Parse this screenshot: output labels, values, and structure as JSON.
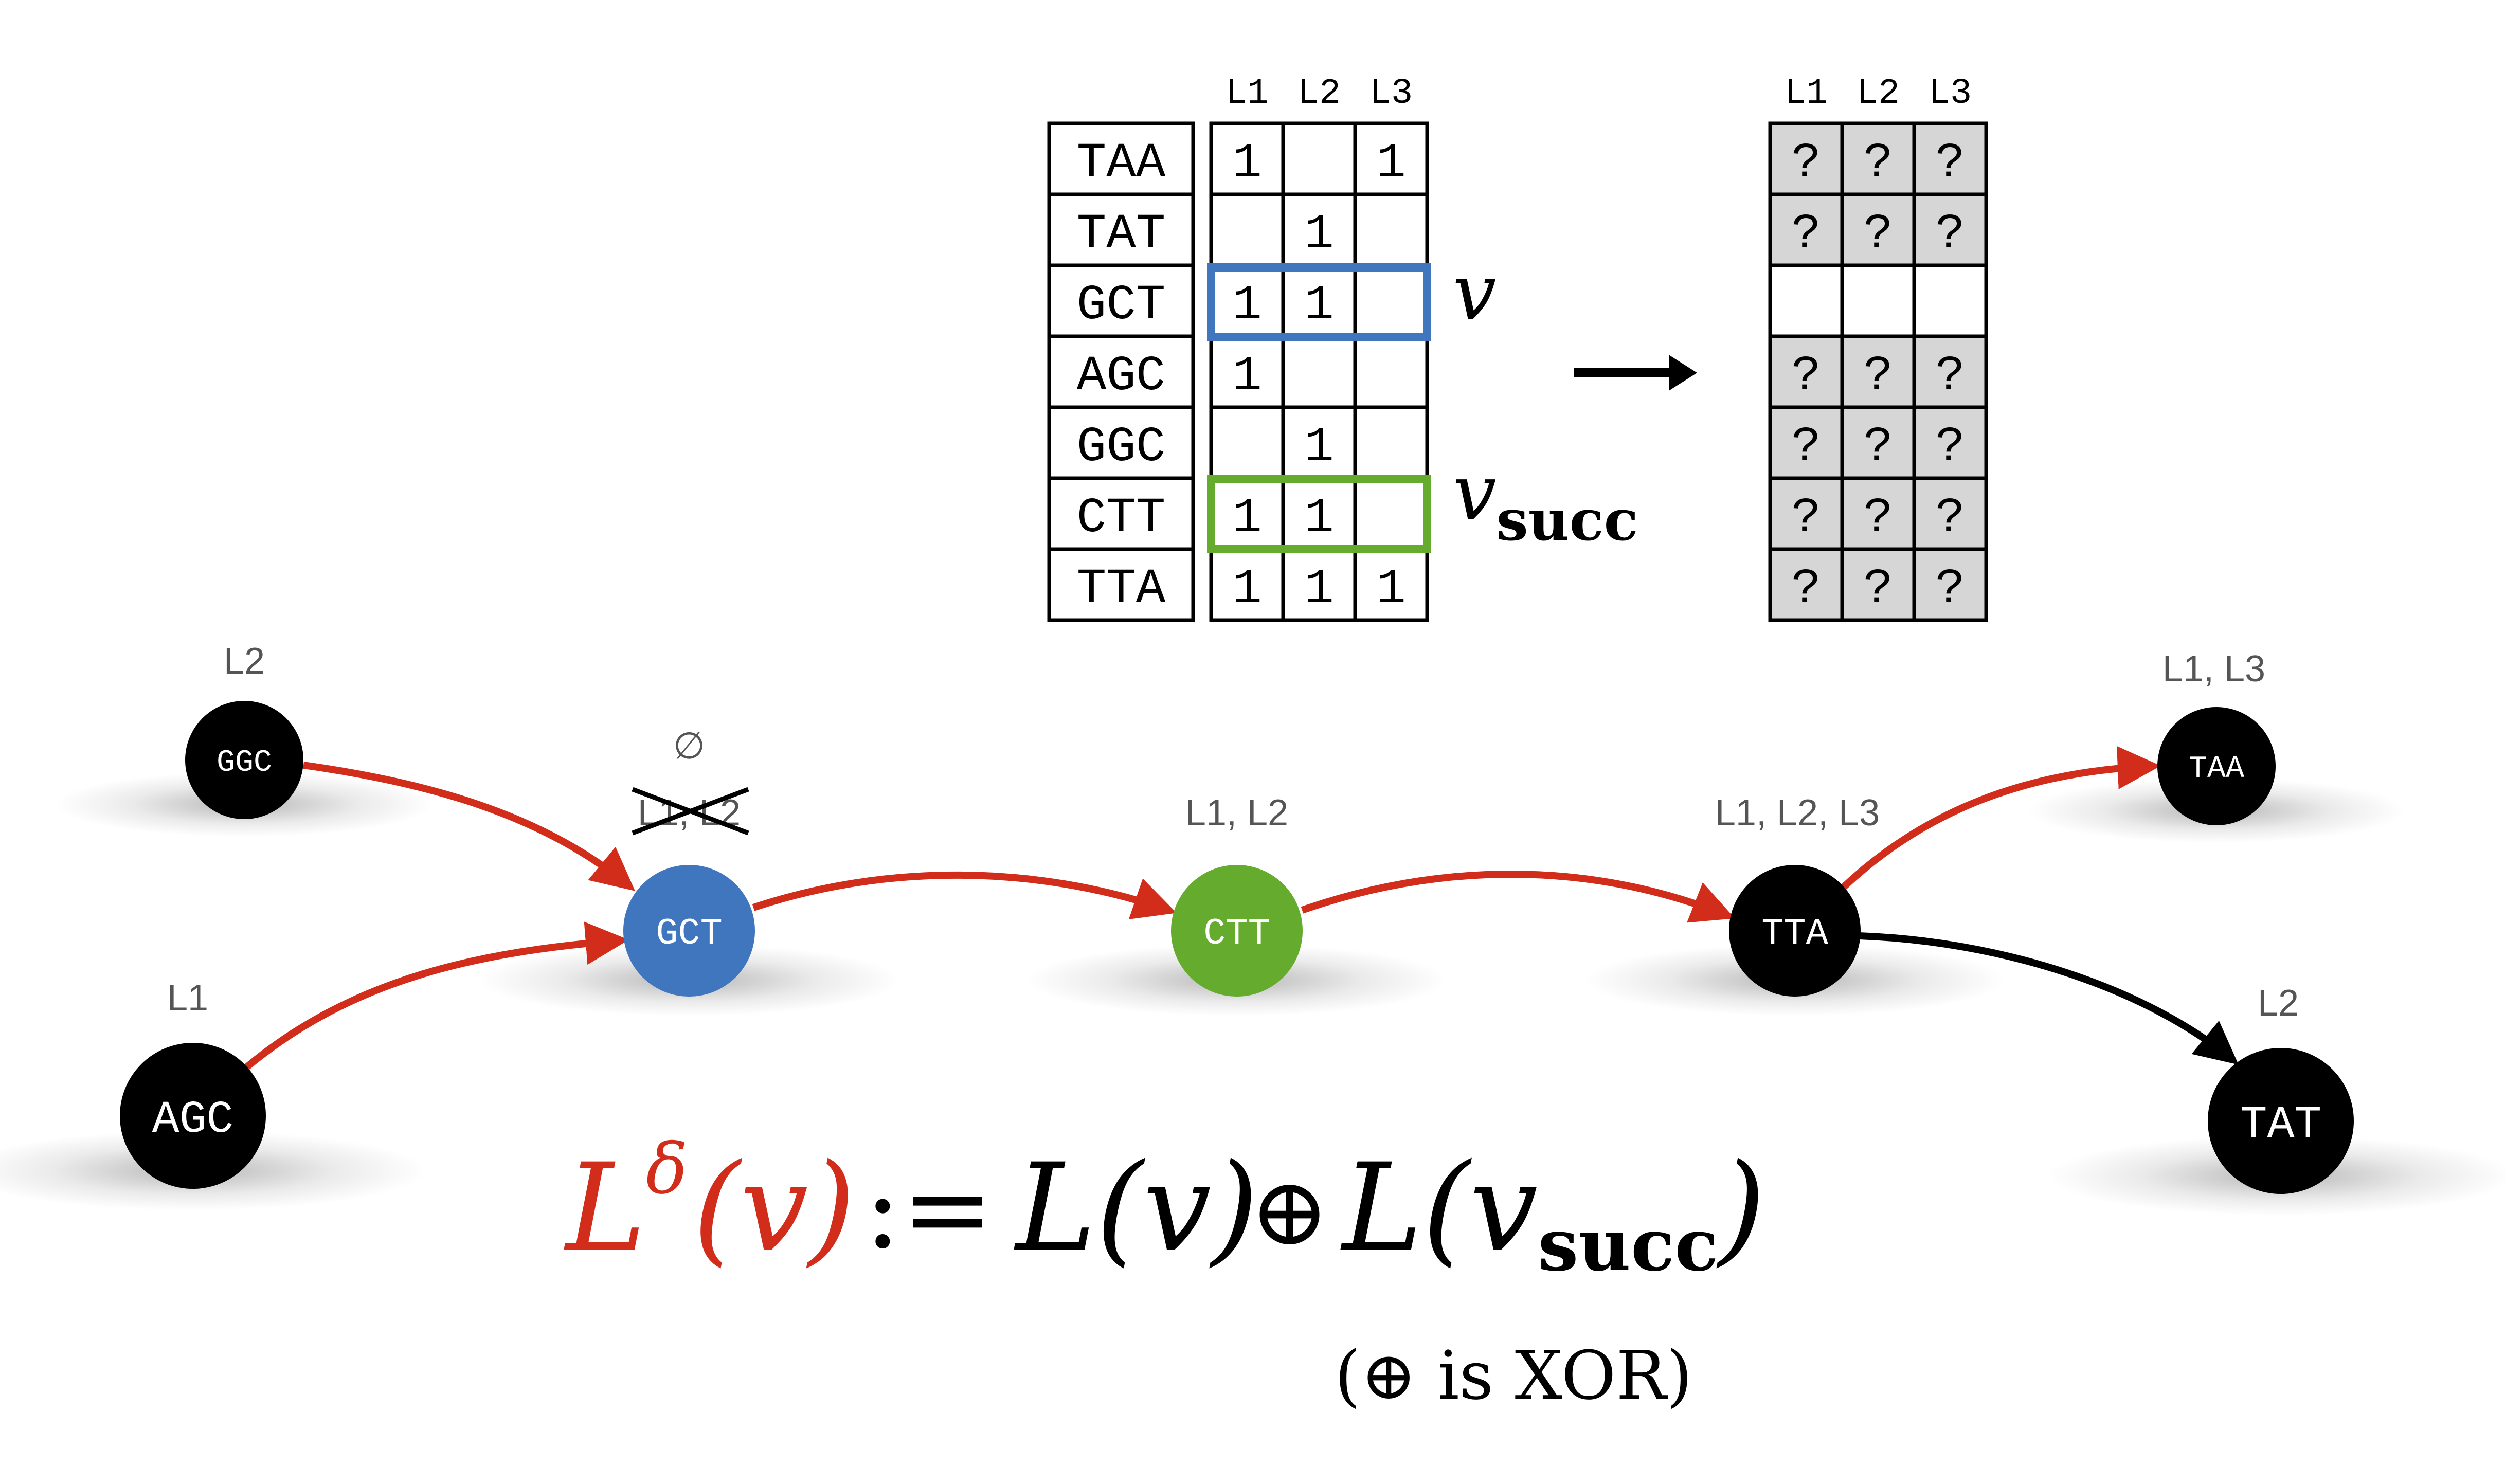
{
  "table": {
    "columns": [
      "L1",
      "L2",
      "L3"
    ],
    "rows": [
      {
        "kmer": "TAA",
        "values": [
          "1",
          "",
          "1"
        ]
      },
      {
        "kmer": "TAT",
        "values": [
          "",
          "1",
          ""
        ]
      },
      {
        "kmer": "GCT",
        "values": [
          "1",
          "1",
          ""
        ]
      },
      {
        "kmer": "AGC",
        "values": [
          "1",
          "",
          ""
        ]
      },
      {
        "kmer": "GGC",
        "values": [
          "",
          "1",
          ""
        ]
      },
      {
        "kmer": "CTT",
        "values": [
          "1",
          "1",
          ""
        ]
      },
      {
        "kmer": "TTA",
        "values": [
          "1",
          "1",
          "1"
        ]
      }
    ],
    "v_label": "v",
    "vsucc_label_main": "v",
    "vsucc_label_sub": "succ"
  },
  "result_table": {
    "columns": [
      "L1",
      "L2",
      "L3"
    ],
    "rows": [
      [
        "?",
        "?",
        "?"
      ],
      [
        "?",
        "?",
        "?"
      ],
      [
        "",
        "",
        ""
      ],
      [
        "?",
        "?",
        "?"
      ],
      [
        "?",
        "?",
        "?"
      ],
      [
        "?",
        "?",
        "?"
      ],
      [
        "?",
        "?",
        "?"
      ]
    ]
  },
  "graph": {
    "nodes": [
      {
        "id": "GGC",
        "label": "GGC",
        "colors": "L2",
        "fill": "#000000"
      },
      {
        "id": "AGC",
        "label": "AGC",
        "colors": "L1",
        "fill": "#000000"
      },
      {
        "id": "GCT",
        "label": "GCT",
        "colors": "L1, L2",
        "colors_crossed": true,
        "empty_symbol": "∅",
        "fill": "#3f76be"
      },
      {
        "id": "CTT",
        "label": "CTT",
        "colors": "L1, L2",
        "fill": "#64ab2e"
      },
      {
        "id": "TTA",
        "label": "TTA",
        "colors": "L1, L2, L3",
        "fill": "#000000"
      },
      {
        "id": "TAA",
        "label": "TAA",
        "colors": "L1, L3",
        "fill": "#000000"
      },
      {
        "id": "TAT",
        "label": "TAT",
        "colors": "L2",
        "fill": "#000000"
      }
    ],
    "edges": [
      {
        "from": "GGC",
        "to": "GCT",
        "color": "#d22c1a"
      },
      {
        "from": "AGC",
        "to": "GCT",
        "color": "#d22c1a"
      },
      {
        "from": "GCT",
        "to": "CTT",
        "color": "#d22c1a"
      },
      {
        "from": "CTT",
        "to": "TTA",
        "color": "#d22c1a"
      },
      {
        "from": "TTA",
        "to": "TAA",
        "color": "#d22c1a"
      },
      {
        "from": "TTA",
        "to": "TAT",
        "color": "#000000"
      }
    ]
  },
  "formula": {
    "lhs_L": "L",
    "lhs_sup": "δ",
    "lhs_arg": "(v)",
    "assign": ":=",
    "rhs_1": "L(v)",
    "xor": "⊕",
    "rhs_2_pre": "L(v",
    "rhs_2_sub": "succ",
    "rhs_2_post": ")",
    "note": "(⊕ is XOR)"
  },
  "colors": {
    "red": "#d22c1a",
    "blue": "#3f76be",
    "green": "#64ab2e",
    "black": "#000000",
    "gray_cell": "#d6d6d6"
  }
}
